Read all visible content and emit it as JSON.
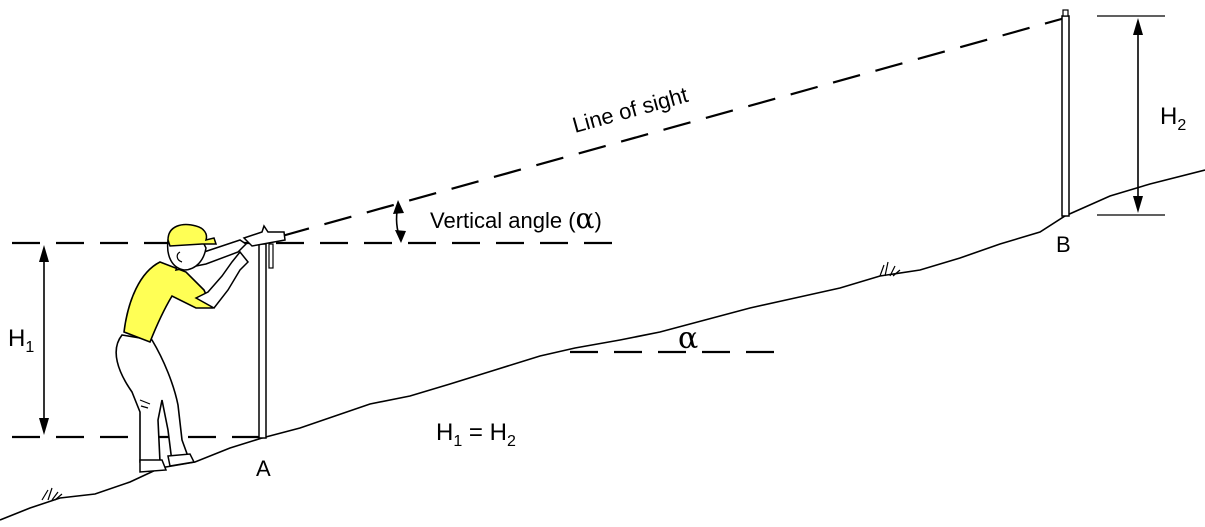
{
  "labels": {
    "line_of_sight": "Line of sight",
    "vertical_angle": "Vertical angle (",
    "alpha": "α",
    "close_paren": ")",
    "h1": "H",
    "h1_sub": "1",
    "h2": "H",
    "h2_sub": "2",
    "point_a": "A",
    "point_b": "B",
    "equation_h1": "H",
    "equation_h1_sub": "1",
    "equation_eq": "=",
    "equation_h2": "H",
    "equation_h2_sub": "2"
  },
  "colors": {
    "shirt": "#ffff55",
    "cap": "#ffff55",
    "line": "#000000"
  }
}
